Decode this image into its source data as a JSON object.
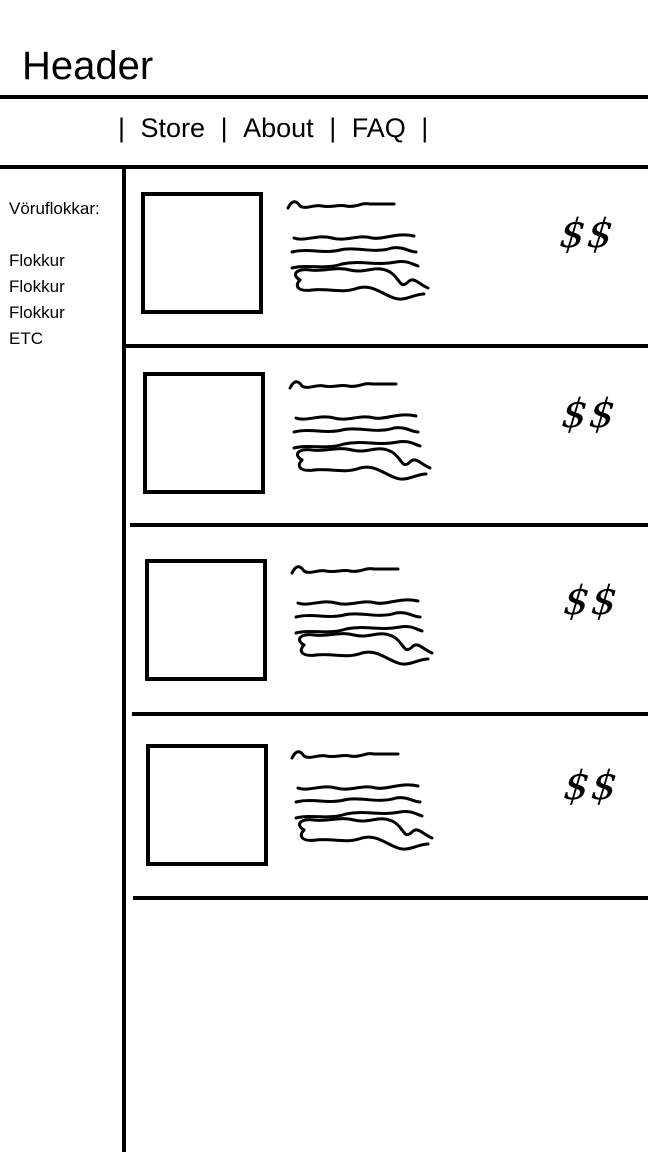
{
  "header": {
    "title": "Header"
  },
  "nav": {
    "separator": "|",
    "items": [
      {
        "label": "Store"
      },
      {
        "label": "About"
      },
      {
        "label": "FAQ"
      }
    ]
  },
  "sidebar": {
    "title": "Vöruflokkar:",
    "items": [
      "Flokkur",
      "Flokkur",
      "Flokkur",
      "ETC"
    ]
  },
  "products": [
    {
      "price": "$$"
    },
    {
      "price": "$$"
    },
    {
      "price": "$$"
    },
    {
      "price": "$$"
    }
  ]
}
